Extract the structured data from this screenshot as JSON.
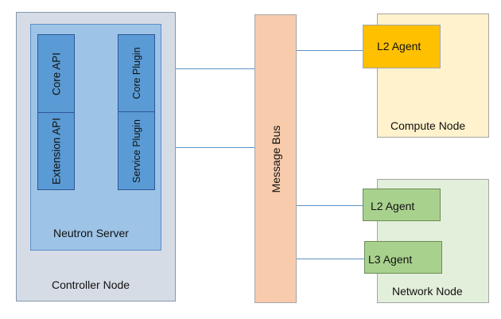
{
  "controller_node": {
    "label": "Controller Node",
    "neutron_server": {
      "label": "Neutron Server",
      "core_api": "Core API",
      "extension_api": "Extension API",
      "core_plugin": "Core Plugin",
      "service_plugin": "Service Plugin"
    }
  },
  "message_bus": {
    "label": "Message Bus"
  },
  "compute_node": {
    "label": "Compute Node",
    "l2_agent": "L2 Agent"
  },
  "network_node": {
    "label": "Network Node",
    "l2_agent": "L2 Agent",
    "l3_agent": "L3 Agent"
  },
  "colors": {
    "controller_fill": "#d6dce5",
    "neutron_fill": "#9dc3e6",
    "plugin_fill": "#5b9bd5",
    "bus_fill": "#f8cbad",
    "compute_fill": "#fff2cc",
    "compute_agent_fill": "#ffc000",
    "network_fill": "#e2efda",
    "network_agent_fill": "#a9d18e",
    "connector": "#5d93c6"
  }
}
